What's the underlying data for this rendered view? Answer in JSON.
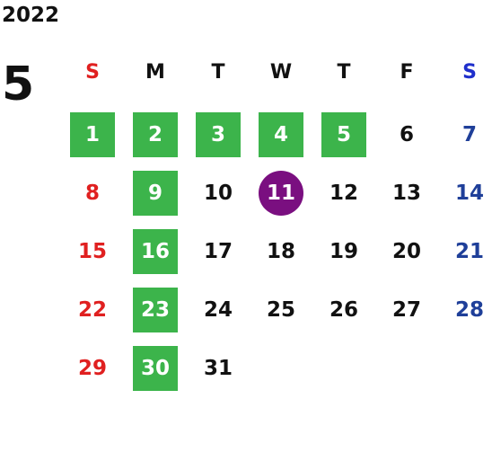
{
  "calendar": {
    "year": "2022",
    "month": "5",
    "weekdays": [
      {
        "label": "S",
        "color": "#e02020"
      },
      {
        "label": "M",
        "color": "#111111"
      },
      {
        "label": "T",
        "color": "#111111"
      },
      {
        "label": "W",
        "color": "#111111"
      },
      {
        "label": "T",
        "color": "#111111"
      },
      {
        "label": "F",
        "color": "#111111"
      },
      {
        "label": "S",
        "color": "#1f2fcc"
      }
    ],
    "weeks": [
      [
        {
          "day": "1",
          "holiday": true
        },
        {
          "day": "2",
          "holiday": true
        },
        {
          "day": "3",
          "holiday": true
        },
        {
          "day": "4",
          "holiday": true
        },
        {
          "day": "5",
          "holiday": true
        },
        {
          "day": "6"
        },
        {
          "day": "7"
        }
      ],
      [
        {
          "day": "8"
        },
        {
          "day": "9",
          "holiday": true
        },
        {
          "day": "10"
        },
        {
          "day": "11",
          "today": true
        },
        {
          "day": "12"
        },
        {
          "day": "13"
        },
        {
          "day": "14"
        }
      ],
      [
        {
          "day": "15"
        },
        {
          "day": "16",
          "holiday": true
        },
        {
          "day": "17"
        },
        {
          "day": "18"
        },
        {
          "day": "19"
        },
        {
          "day": "20"
        },
        {
          "day": "21"
        }
      ],
      [
        {
          "day": "22"
        },
        {
          "day": "23",
          "holiday": true
        },
        {
          "day": "24"
        },
        {
          "day": "25"
        },
        {
          "day": "26"
        },
        {
          "day": "27"
        },
        {
          "day": "28"
        }
      ],
      [
        {
          "day": "29"
        },
        {
          "day": "30",
          "holiday": true
        },
        {
          "day": "31"
        }
      ]
    ],
    "colors": {
      "holiday_bg": "#3cb44b",
      "today_bg": "#7a0f80",
      "sunday": "#e02020",
      "saturday": "#1f3f99",
      "weekday": "#111111"
    }
  }
}
